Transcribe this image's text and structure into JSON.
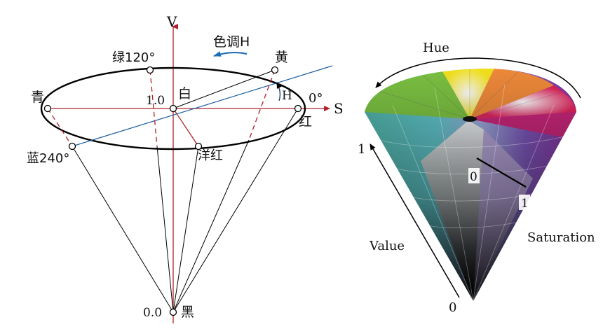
{
  "left_diagram": {
    "axes": {
      "v_label": "V",
      "s_label": "S"
    },
    "hue_arrow_label": "色调H",
    "h_angle_label": "H",
    "points": {
      "green": "绿120°",
      "yellow": "黄",
      "cyan": "青",
      "white": "白",
      "white_value": "1.0",
      "red": "红",
      "red_angle": "0°",
      "blue": "蓝240°",
      "magenta": "洋红",
      "black": "黑",
      "black_value": "0.0"
    },
    "colors": {
      "axis": "#b0202a",
      "hue_arrow": "#1f6fb5",
      "line": "#000000"
    }
  },
  "right_diagram": {
    "hue_label": "Hue",
    "value_label": "Value",
    "saturation_label": "Saturation",
    "value_top": "1",
    "value_bottom": "0",
    "sat_start": "0",
    "sat_end": "1"
  }
}
